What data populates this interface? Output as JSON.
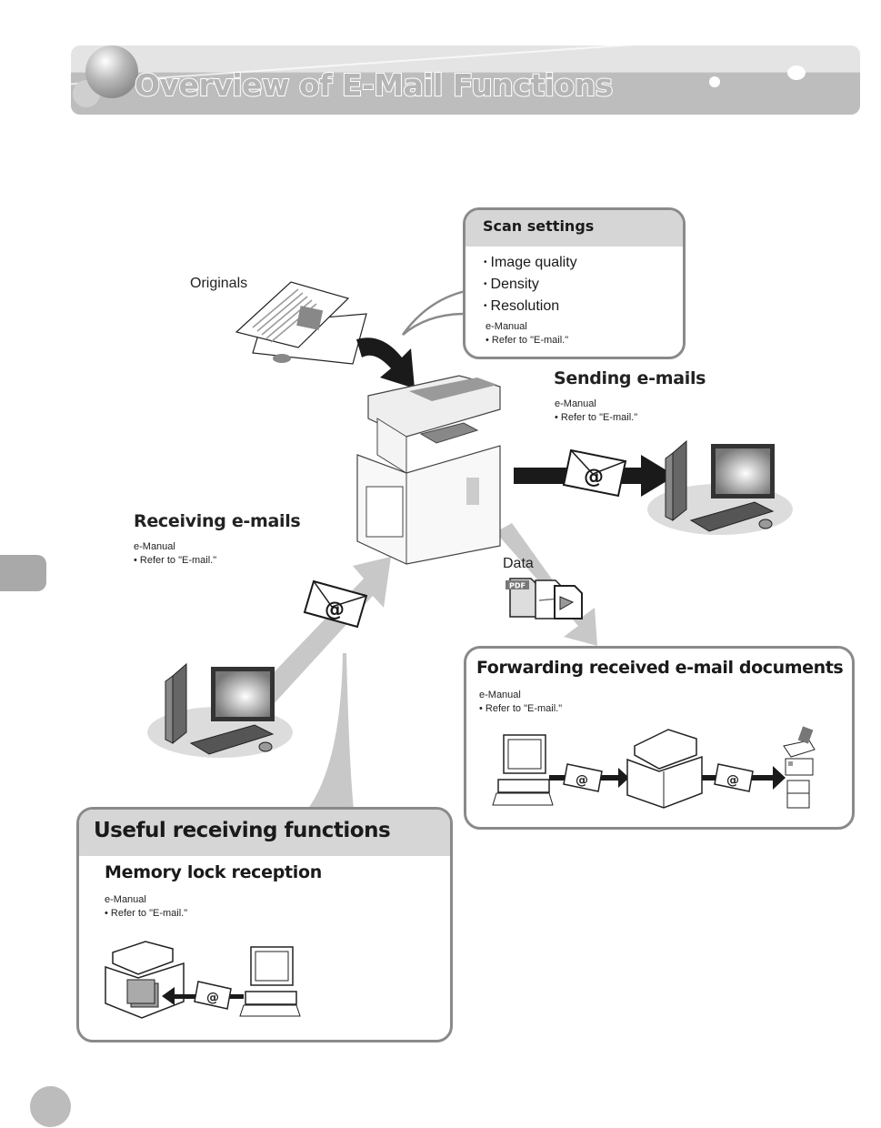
{
  "page": {
    "title": "Overview of E-Mail Functions"
  },
  "originals": {
    "label": "Originals"
  },
  "scan_settings": {
    "title": "Scan settings",
    "items": [
      "Image quality",
      "Density",
      "Resolution"
    ],
    "ref_heading": "e-Manual",
    "ref_text": "• Refer to \"E-mail.\""
  },
  "sending": {
    "title": "Sending e-mails",
    "ref_heading": "e-Manual",
    "ref_text": "• Refer to \"E-mail.\""
  },
  "receiving": {
    "title": "Receiving e-mails",
    "ref_heading": "e-Manual",
    "ref_text": "• Refer to \"E-mail.\""
  },
  "data": {
    "label": "Data",
    "file_icons": [
      "pdf-file-icon",
      "tiff-file-icon",
      "xps-file-icon"
    ],
    "pdf_badge": "PDF"
  },
  "forwarding": {
    "title": "Forwarding received e-mail documents",
    "ref_heading": "e-Manual",
    "ref_text": "• Refer to \"E-mail.\"",
    "destinations": [
      "fax-icon",
      "email-document-icon",
      "file-server-icon"
    ]
  },
  "useful": {
    "title": "Useful receiving functions",
    "subtitle": "Memory lock reception",
    "ref_heading": "e-Manual",
    "ref_text": "• Refer to \"E-mail.\""
  },
  "envelope_symbol": "@",
  "colors": {
    "banner_light": "#e4e4e4",
    "banner_dark": "#bdbdbd",
    "box_border": "#8a8a8a",
    "box_header": "#d6d6d6",
    "arrow_gray": "#c8c8c8",
    "arrow_black": "#1a1a1a"
  }
}
